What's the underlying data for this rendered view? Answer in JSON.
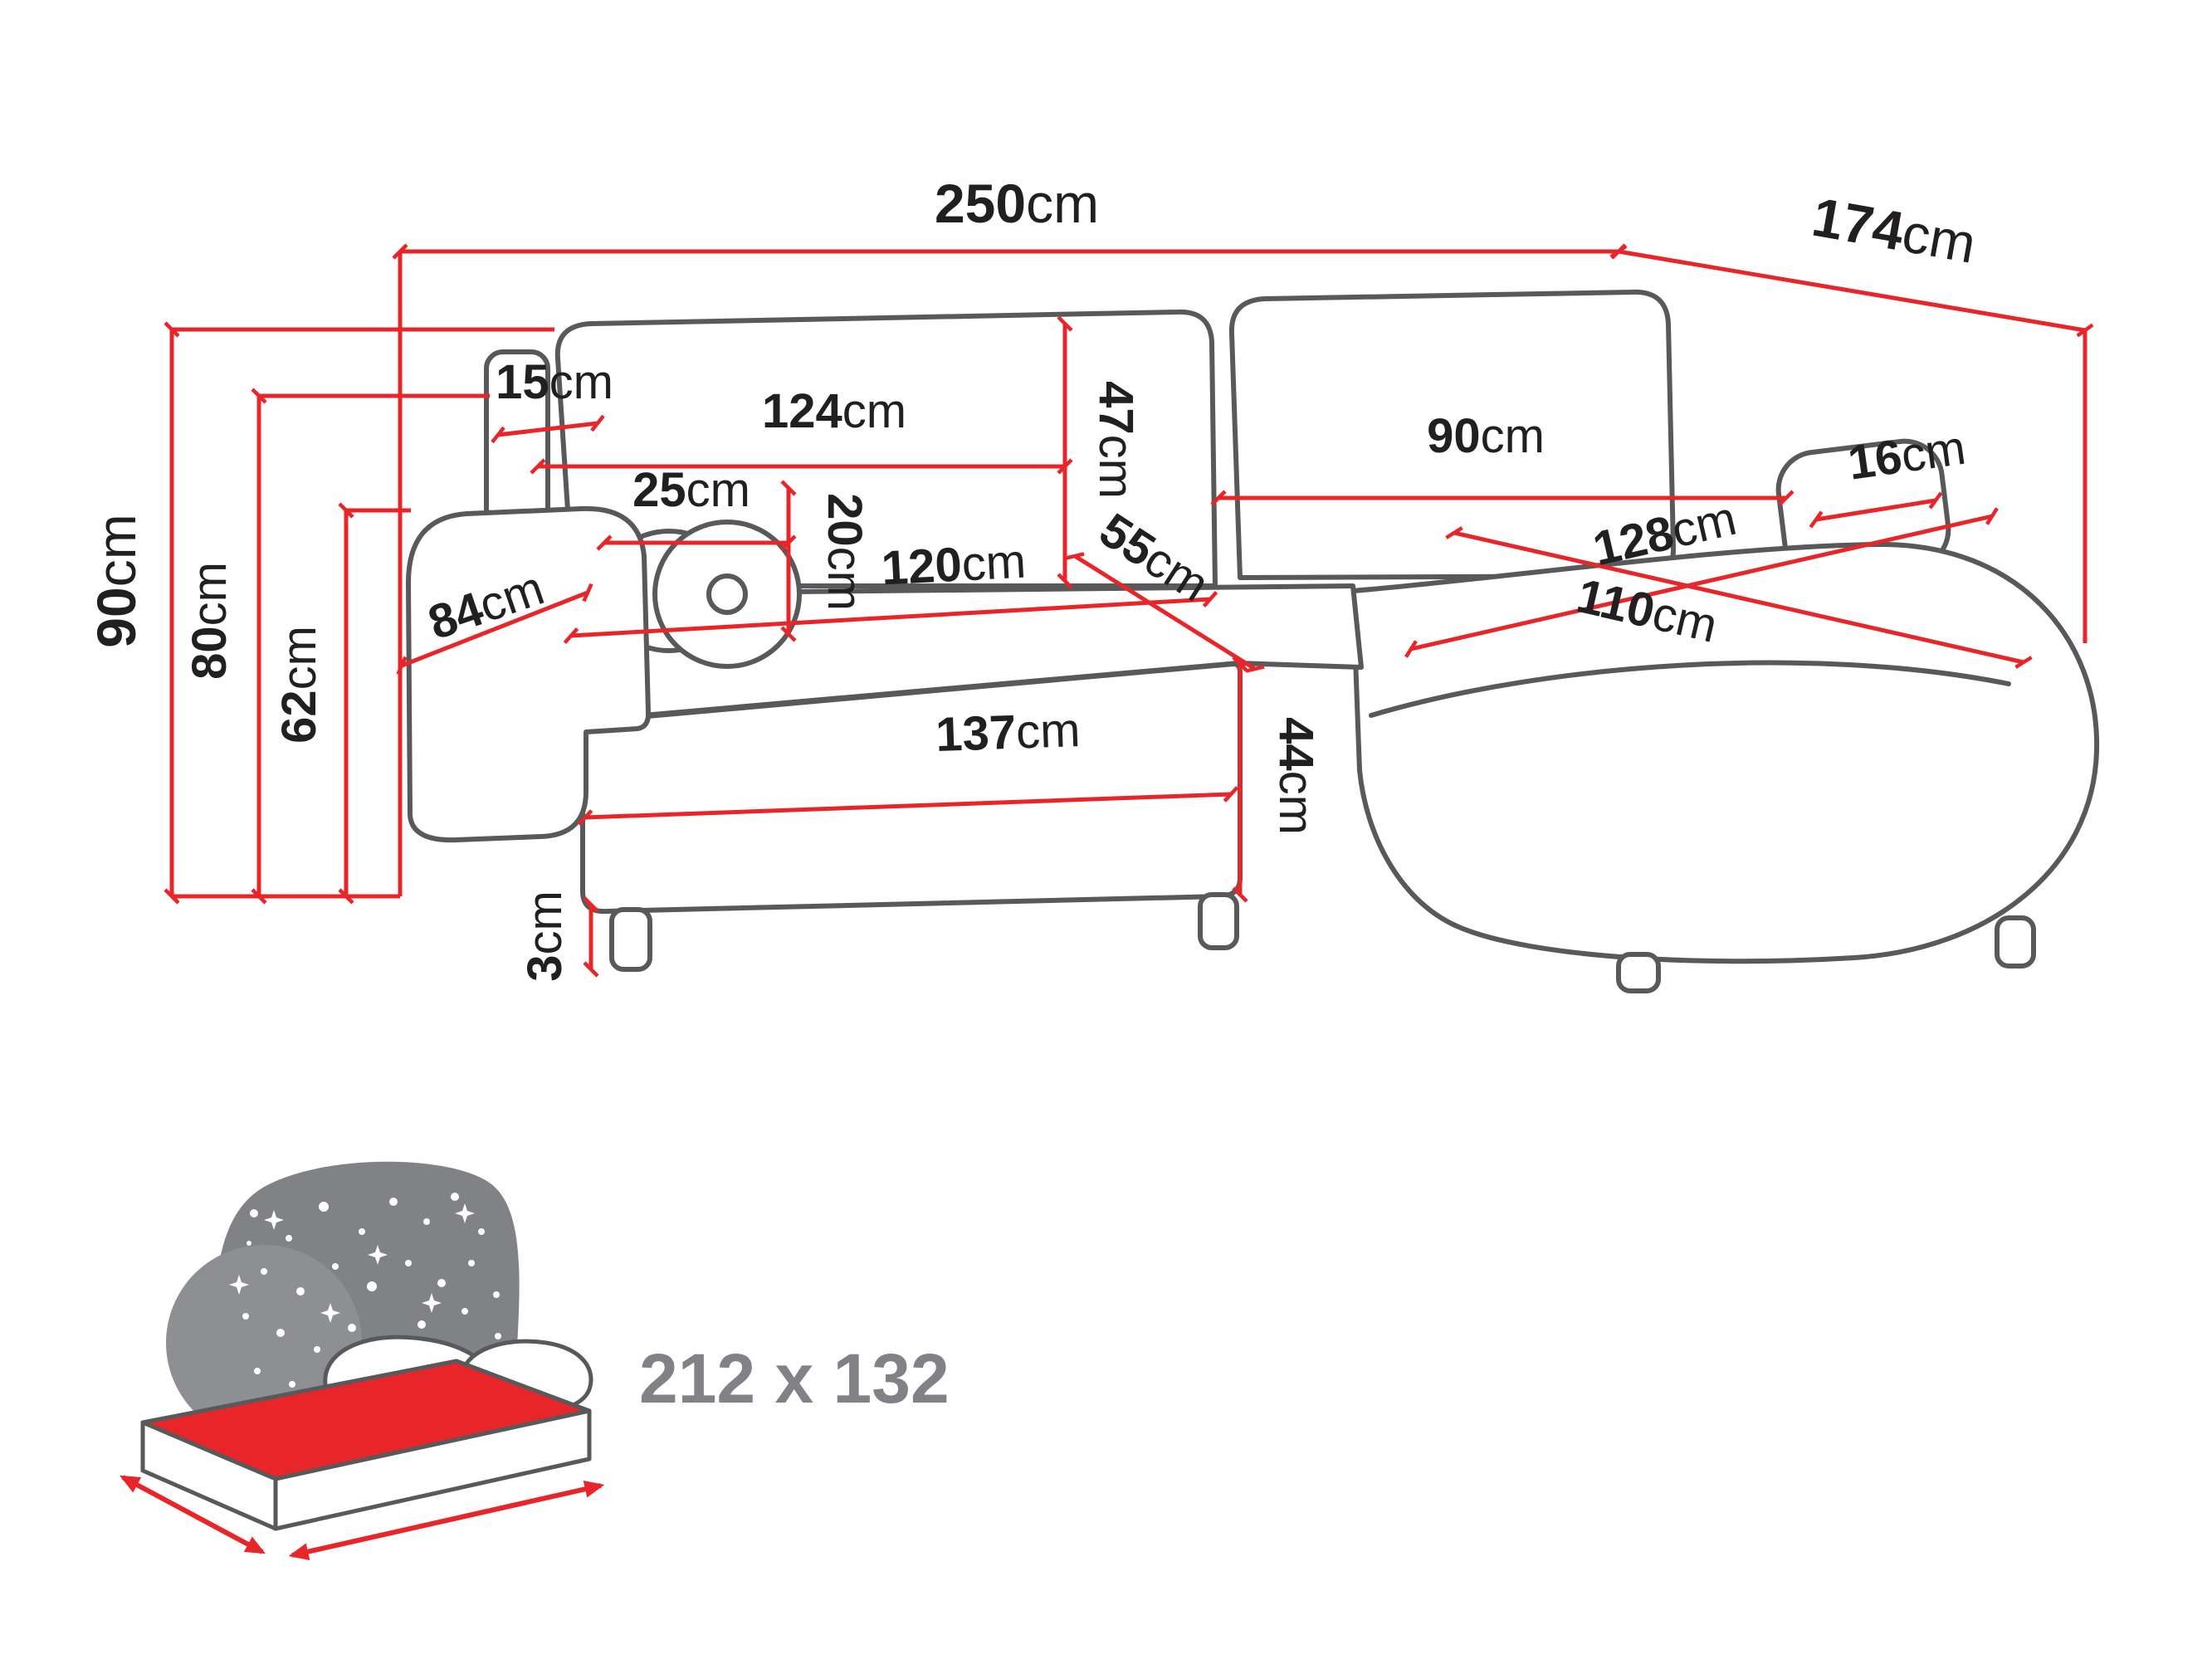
{
  "colors": {
    "accent_red": "#e8262a",
    "outline_gray": "#58595b",
    "label_black": "#221f20",
    "bed_gray": "#808285"
  },
  "dimensions": {
    "total_width": {
      "value": "250",
      "unit": "cm"
    },
    "total_depth": {
      "value": "174",
      "unit": "cm"
    },
    "total_height": {
      "value": "90",
      "unit": "cm"
    },
    "backrest_height": {
      "value": "80",
      "unit": "cm"
    },
    "armrest_height": {
      "value": "62",
      "unit": "cm"
    },
    "backrest_top_width": {
      "value": "15",
      "unit": "cm"
    },
    "back_cushion_left_width": {
      "value": "124",
      "unit": "cm"
    },
    "back_cushion_height": {
      "value": "47",
      "unit": "cm"
    },
    "back_cushion_right_width": {
      "value": "90",
      "unit": "cm"
    },
    "right_armrest_width": {
      "value": "16",
      "unit": "cm"
    },
    "bolster_width": {
      "value": "25",
      "unit": "cm"
    },
    "bolster_height": {
      "value": "20",
      "unit": "cm"
    },
    "seat_width": {
      "value": "120",
      "unit": "cm"
    },
    "seat_depth": {
      "value": "55",
      "unit": "cm"
    },
    "chaise_length": {
      "value": "128",
      "unit": "cm"
    },
    "chaise_width": {
      "value": "110",
      "unit": "cm"
    },
    "left_armrest_depth": {
      "value": "84",
      "unit": "cm"
    },
    "front_width": {
      "value": "137",
      "unit": "cm"
    },
    "front_height": {
      "value": "44",
      "unit": "cm"
    },
    "leg_height": {
      "value": "3",
      "unit": "cm"
    }
  },
  "bed": {
    "sleeping_area": "212 x 132"
  }
}
